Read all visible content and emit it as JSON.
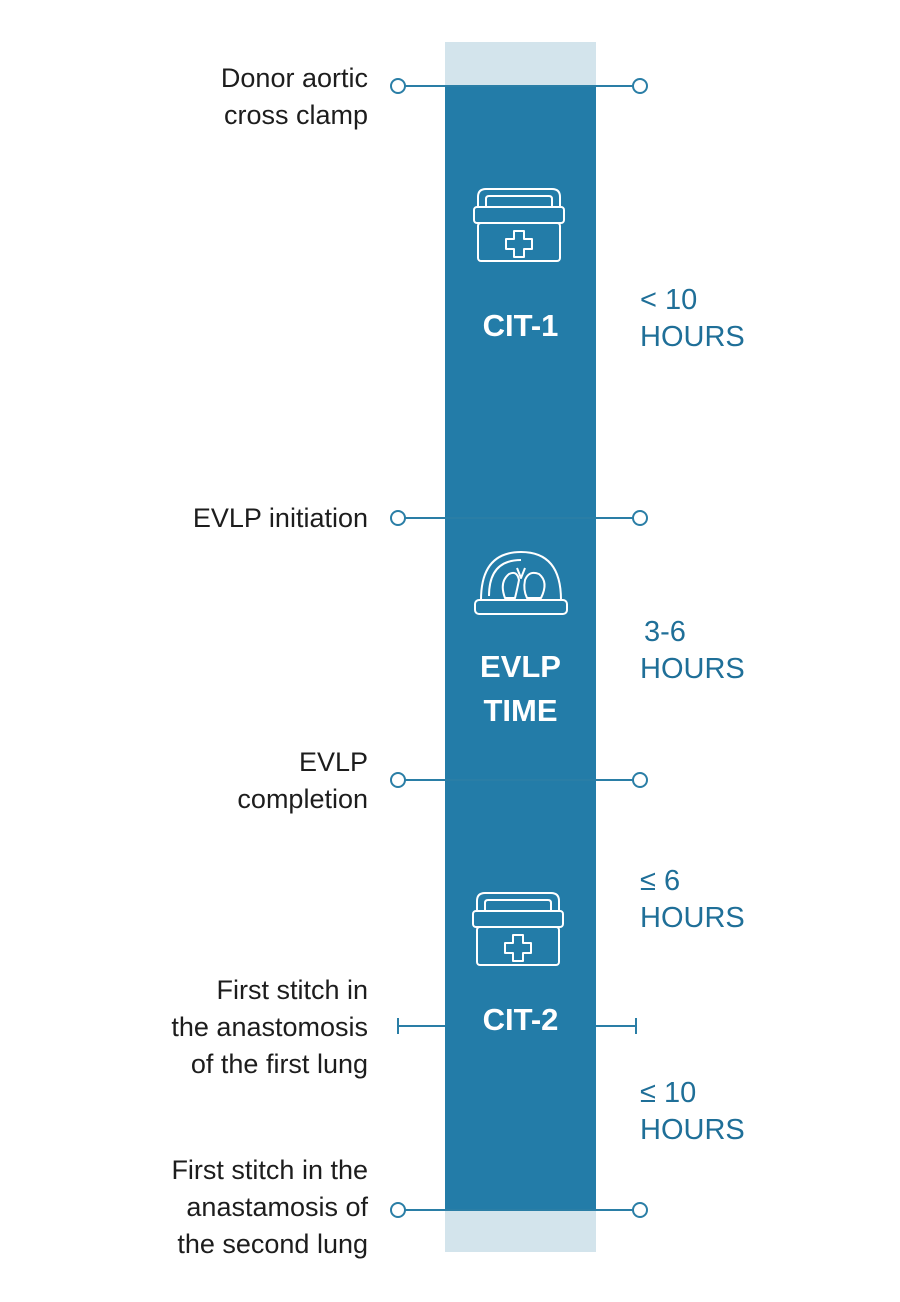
{
  "colors": {
    "bar": "#237ca8",
    "bar_cap": "#d3e4ec",
    "line": "#2a7ea6",
    "event_text": "#1d1d1d",
    "duration_text": "#1f6f98",
    "phase_text": "#ffffff"
  },
  "events": [
    {
      "lines": [
        "Donor aortic",
        "cross clamp"
      ],
      "marker": "circle"
    },
    {
      "lines": [
        "EVLP initiation"
      ],
      "marker": "circle"
    },
    {
      "lines": [
        "EVLP",
        "completion"
      ],
      "marker": "circle"
    },
    {
      "lines": [
        "First stitch in",
        "the anastomosis",
        "of the first lung"
      ],
      "marker": "bar"
    },
    {
      "lines": [
        "First stitch in the",
        "anastamosis of",
        "the second lung"
      ],
      "marker": "circle"
    }
  ],
  "phases": [
    {
      "lines": [
        "CIT-1"
      ],
      "icon": "cooler-box-icon"
    },
    {
      "lines": [
        "EVLP",
        "TIME"
      ],
      "icon": "lung-dome-icon"
    },
    {
      "lines": [
        "CIT-2"
      ],
      "icon": "cooler-box-icon"
    }
  ],
  "durations": [
    {
      "lines": [
        "< 10",
        "HOURS"
      ]
    },
    {
      "lines": [
        "3-6",
        "HOURS"
      ]
    },
    {
      "lines": [
        "≤ 6",
        "HOURS"
      ]
    },
    {
      "lines": [
        "≤ 10",
        "HOURS"
      ]
    }
  ]
}
